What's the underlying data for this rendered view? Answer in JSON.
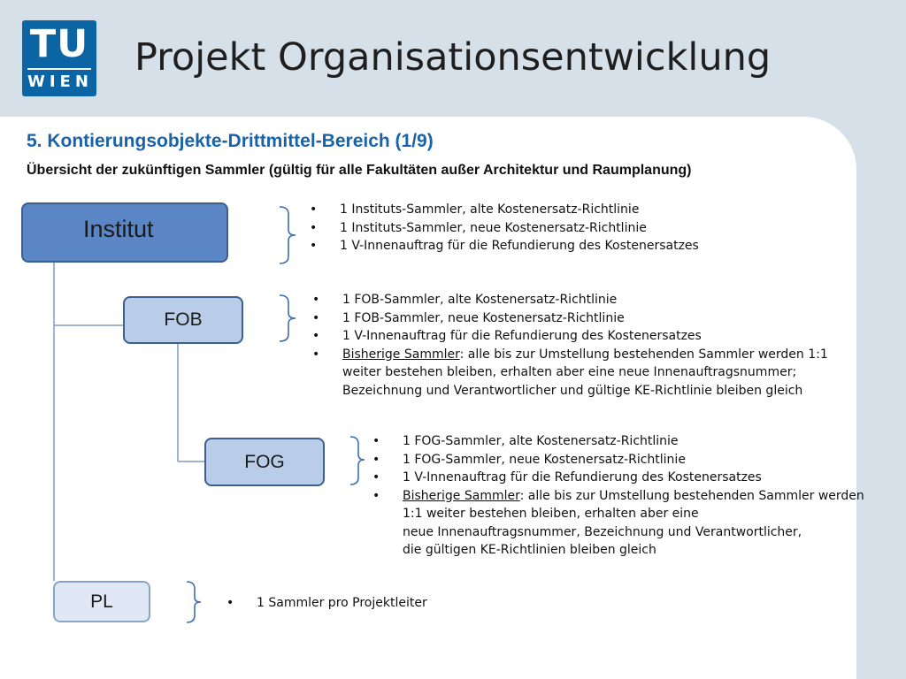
{
  "header": {
    "logo_top": "TU",
    "logo_bottom": "WIEN",
    "title": "Projekt Organisationsentwicklung"
  },
  "section": {
    "title": "5. Kontierungsobjekte-Drittmittel-Bereich (1/9)",
    "subtitle": "Übersicht der zukünftigen Sammler  (gültig für alle Fakultäten außer Architektur und Raumplanung)"
  },
  "nodes": {
    "institut": "Institut",
    "fob": "FOB",
    "fog": "FOG",
    "pl": "PL"
  },
  "institut_items": [
    "1 Instituts-Sammler, alte Kostenersatz-Richtlinie",
    "1 Instituts-Sammler, neue Kostenersatz-Richtlinie",
    "1 V-Innenauftrag für die Refundierung des Kostenersatzes"
  ],
  "fob_items": [
    "1 FOB-Sammler, alte Kostenersatz-Richtlinie",
    "1 FOB-Sammler, neue Kostenersatz-Richtlinie",
    "1 V-Innenauftrag für die Refundierung des Kostenersatzes"
  ],
  "fob_bisherige": {
    "label": "Bisherige Sammler",
    "line1": ": alle bis zur Umstellung bestehenden Sammler werden 1:1",
    "line2": "weiter bestehen bleiben, erhalten aber eine neue Innenauftragsnummer;",
    "line3": "Bezeichnung und Verantwortlicher und gültige KE-Richtlinie bleiben gleich"
  },
  "fog_items": [
    "1 FOG-Sammler, alte Kostenersatz-Richtlinie",
    "1 FOG-Sammler, neue Kostenersatz-Richtlinie",
    "1 V-Innenauftrag für die Refundierung des Kostenersatzes"
  ],
  "fog_bisherige": {
    "label": "Bisherige Sammler",
    "line1": ": alle bis zur Umstellung bestehenden Sammler werden",
    "line2": "1:1 weiter bestehen bleiben, erhalten aber eine",
    "line3": "neue Innenauftragsnummer, Bezeichnung und Verantwortlicher,",
    "line4": "die gültigen KE-Richtlinien bleiben gleich"
  },
  "pl_items": [
    "1 Sammler pro Projektleiter"
  ],
  "colors": {
    "accent": "#1a63a8",
    "logo": "#0b64a3",
    "institut_fill": "#5b86c6",
    "sub_fill": "#b9cde8"
  }
}
